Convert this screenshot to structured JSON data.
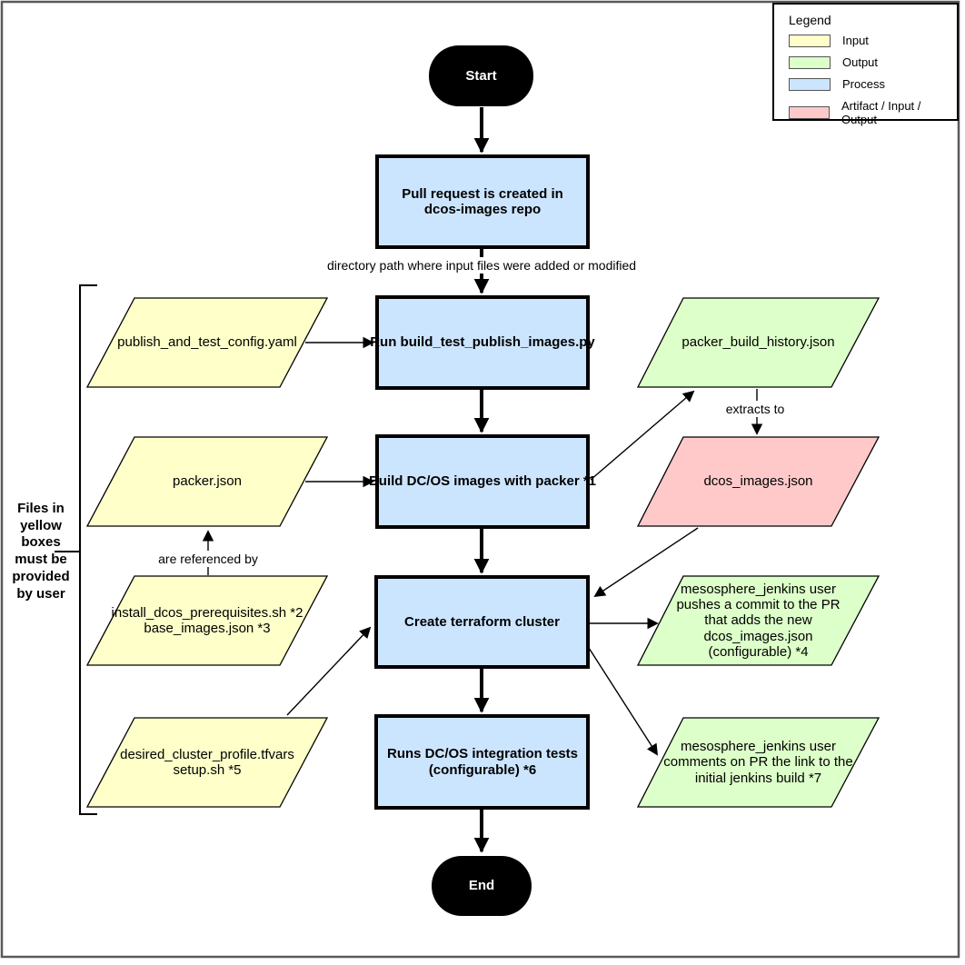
{
  "legend": {
    "title": "Legend",
    "items": [
      {
        "label": "Input",
        "color": "#feffc9"
      },
      {
        "label": "Output",
        "color": "#ddffc9"
      },
      {
        "label": "Process",
        "color": "#cce5ff"
      },
      {
        "label": "Artifact / Input / Output",
        "color": "#ffc9c9"
      }
    ]
  },
  "colors": {
    "input": "#feffc9",
    "output": "#ddffc9",
    "process": "#cce5ff",
    "artifact": "#ffc9c9",
    "terminator": "#000000"
  },
  "nodes": {
    "start": "Start",
    "end": "End",
    "pull_request": "Pull request is created in\ndcos-images repo",
    "run_script": "Run build_test_publish_images.py",
    "build_images": "Build DC/OS images with packer *1",
    "create_cluster": "Create terraform cluster",
    "run_tests": "Runs DC/OS integration tests\n(configurable) *6",
    "publish_config": "publish_and_test_config.yaml",
    "packer_json": "packer.json",
    "install_prereqs": "install_dcos_prerequisites.sh *2\nbase_images.json *3",
    "desired_profile": "desired_cluster_profile.tfvars\nsetup.sh *5",
    "build_history": "packer_build_history.json",
    "dcos_images": "dcos_images.json",
    "jenkins_commit": "mesosphere_jenkins user\npushes a commit to the PR\nthat adds the new\ndcos_images.json\n(configurable) *4",
    "jenkins_comment": "mesosphere_jenkins user\ncomments on PR the link to the\ninitial jenkins build *7"
  },
  "edge_labels": {
    "directory_path": "directory path where input files were added or modified",
    "extracts_to": "extracts to",
    "referenced_by": "are referenced by"
  },
  "side_note": "Files in\nyellow\nboxes\nmust be\nprovided\nby user"
}
